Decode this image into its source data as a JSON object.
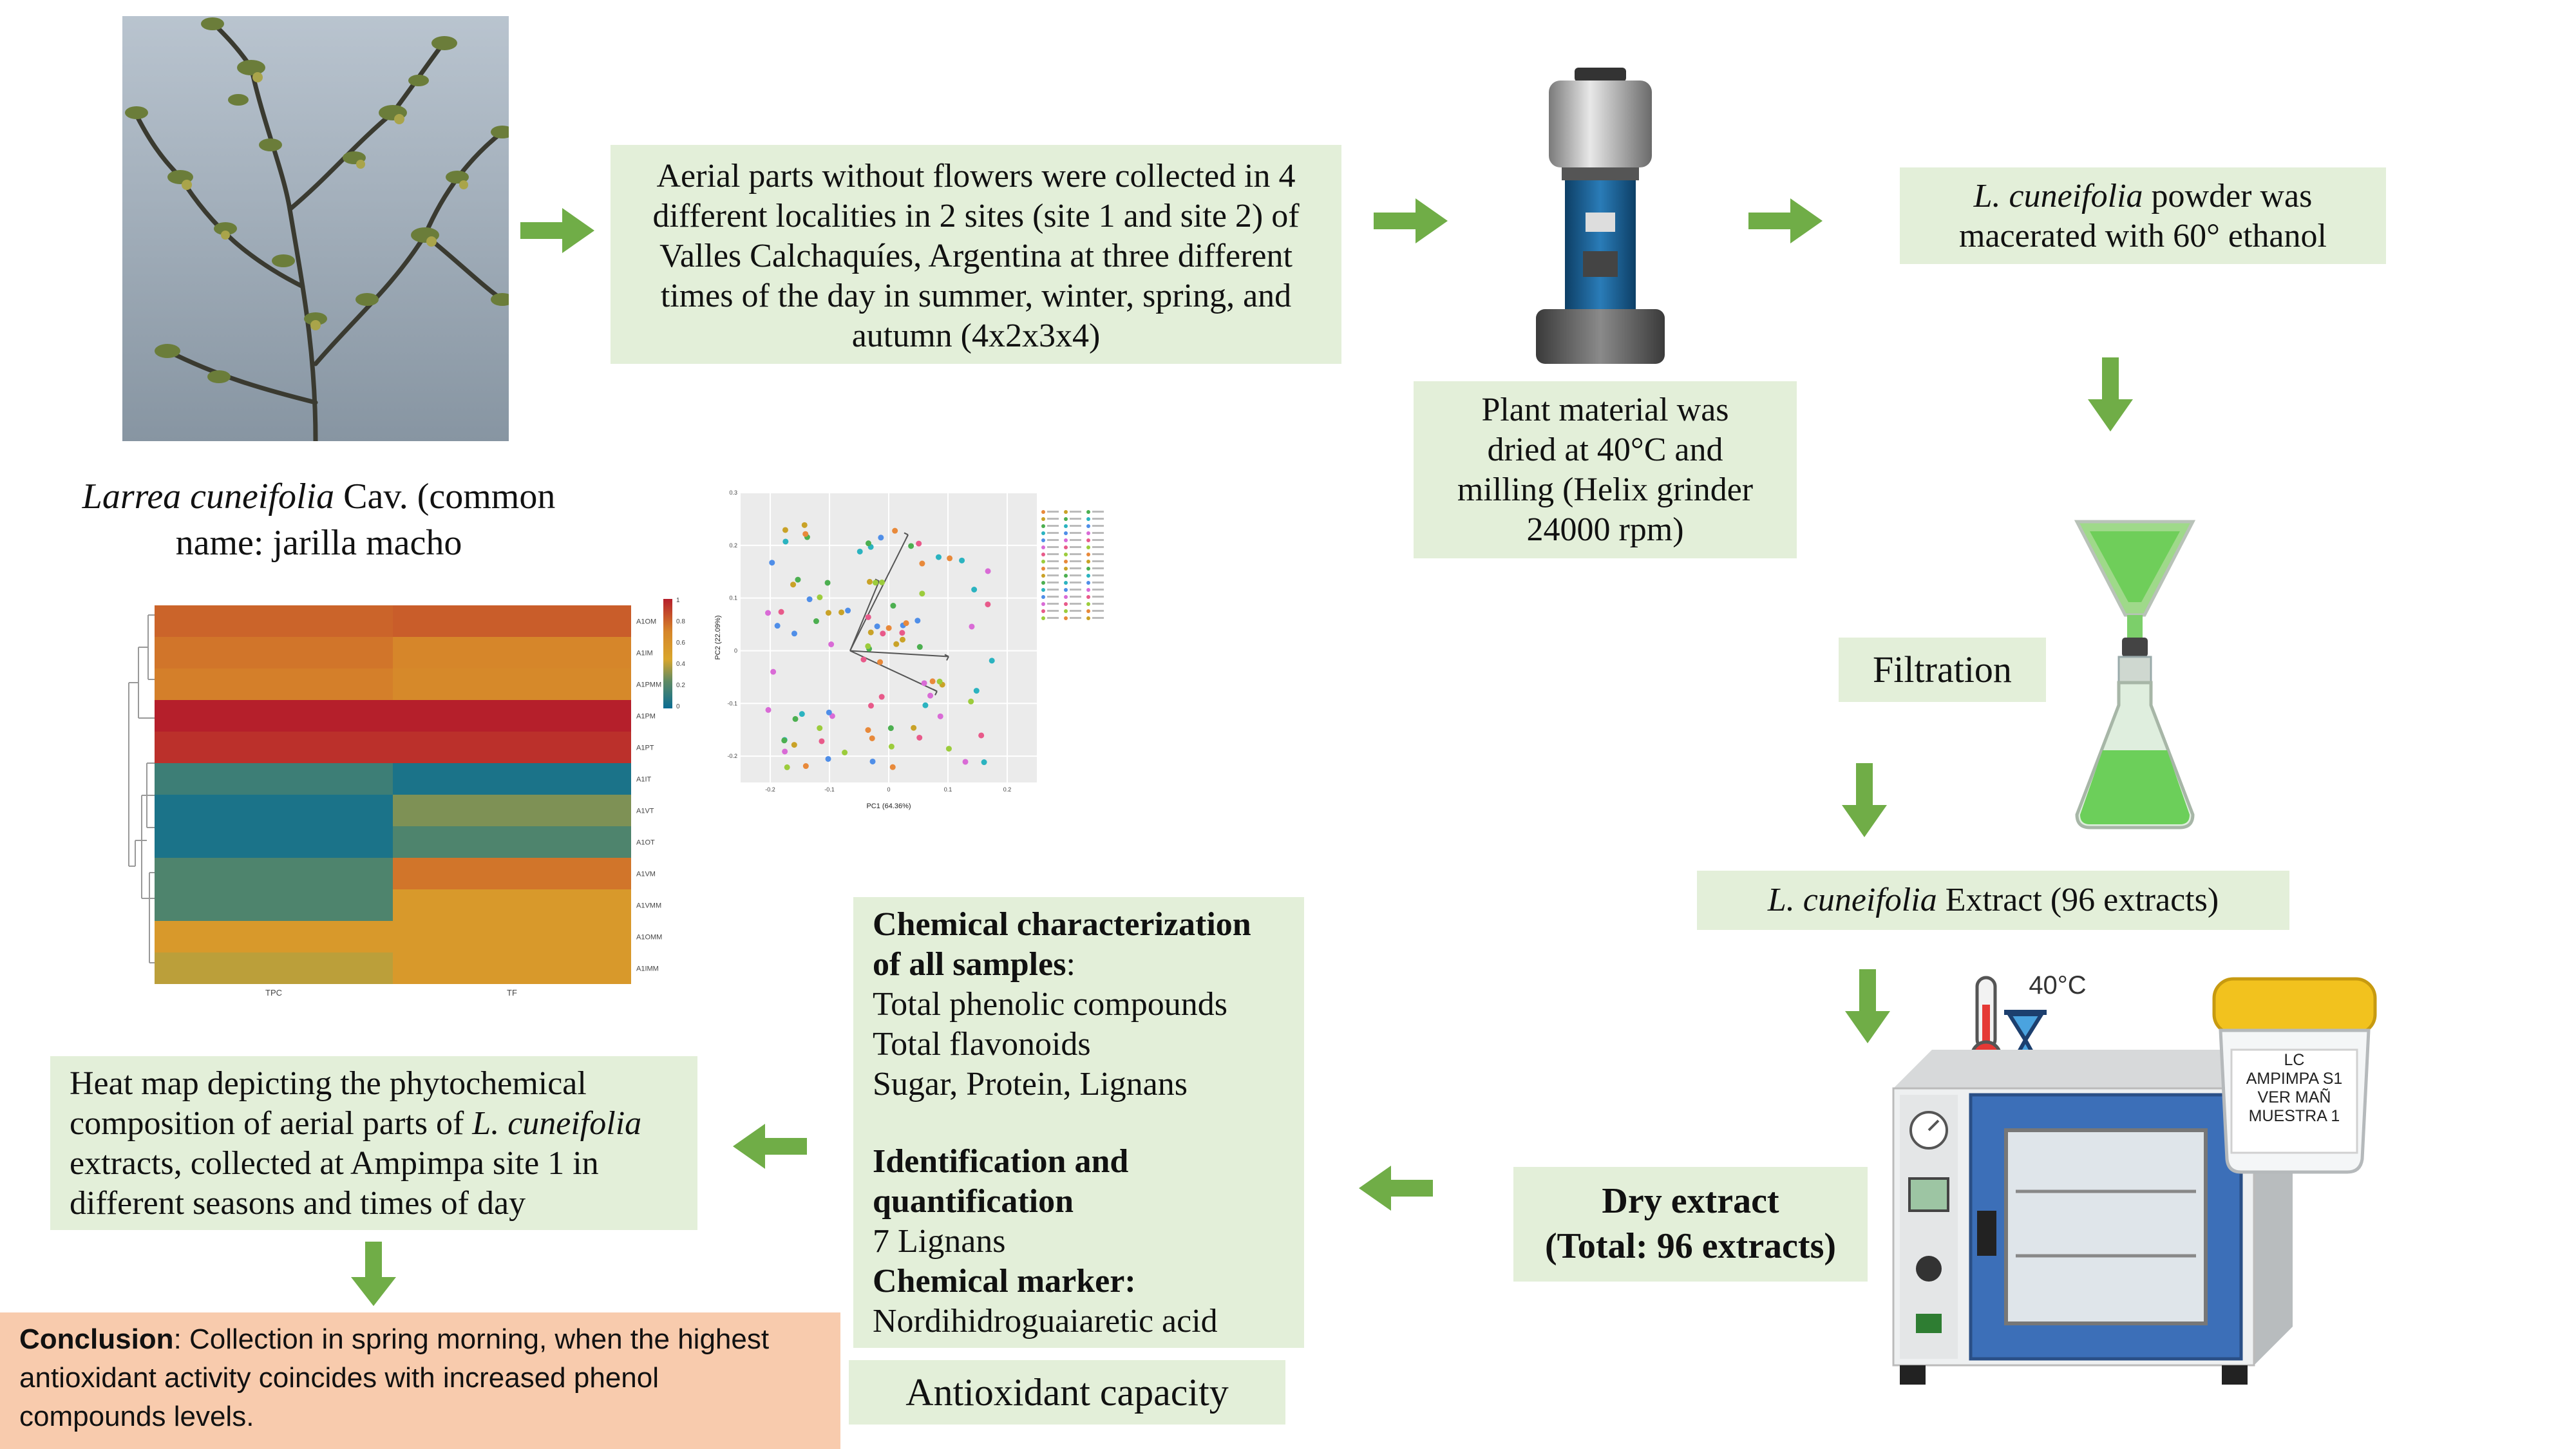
{
  "colors": {
    "box_fill": "#e3efd9",
    "arrow": "#70ad47",
    "conclusion_fill": "#f8cbad"
  },
  "plant": {
    "name_italic": "Larrea cuneifolia",
    "name_rest": " Cav. (common",
    "name_line2": "name: jarilla macho"
  },
  "collection": {
    "lines": [
      "Aerial parts without flowers were collected  in 4",
      "different localities in 2 sites (site 1 and site 2) of",
      "Valles Calchaquíes, Argentina at three different",
      "times of the day in summer, winter, spring, and",
      "autumn (4x2x3x4)"
    ]
  },
  "drying": {
    "lines": [
      "Plant material was",
      "dried at 40°C and",
      "milling (Helix grinder",
      "24000 rpm)"
    ]
  },
  "maceration": {
    "line1_italic": "L. cuneifolia",
    "line1_rest": " powder was",
    "line2": "macerated with 60° ethanol"
  },
  "filtration": {
    "label": "Filtration"
  },
  "extract": {
    "italic": "L. cuneifolia",
    "rest": " Extract (96 extracts)"
  },
  "oven": {
    "temp_label": "40°C",
    "jar_label": [
      "LC",
      "AMPIMPA S1",
      "VER MAÑ",
      "MUESTRA 1"
    ]
  },
  "dry_extract": {
    "line1": "Dry extract",
    "line2": "(Total: 96 extracts)"
  },
  "chemical": {
    "title_line1": "Chemical characterization",
    "title_line2": "of all samples",
    "title_colon": ":",
    "items": [
      "Total phenolic compounds",
      "Total flavonoids",
      "Sugar, Protein, Lignans"
    ],
    "ident_line1": "Identification and",
    "ident_line2": "quantification",
    "lignans": "7 Lignans",
    "marker_title": "Chemical marker:",
    "marker_value": "Nordihidroguaiaretic acid"
  },
  "antioxidant": {
    "label": "Antioxidant capacity"
  },
  "heatmap_caption": {
    "line1": "Heat map depicting the phytochemical",
    "line2_pre": "composition of aerial parts of ",
    "line2_italic": "L. cuneifolia",
    "line3": "extracts, collected at Ampimpa site 1 in",
    "line4": "different seasons and times of day"
  },
  "conclusion": {
    "label": "Conclusion",
    "line1_rest": ": Collection in spring morning, when the highest",
    "line2": "antioxidant activity coincides with increased phenol",
    "line3": "compounds levels."
  },
  "chart_data": [
    {
      "type": "heatmap",
      "columns": [
        "TPC",
        "TF"
      ],
      "rows": [
        "A1OM",
        "A1IM",
        "A1PMM",
        "A1PM",
        "A1PT",
        "A1IT",
        "A1VT",
        "A1OT",
        "A1VM",
        "A1VMM",
        "A1OMM",
        "A1IMM"
      ],
      "values": [
        [
          0.8,
          0.82
        ],
        [
          0.75,
          0.7
        ],
        [
          0.72,
          0.68
        ],
        [
          1.0,
          1.0
        ],
        [
          0.95,
          0.95
        ],
        [
          0.15,
          0.05
        ],
        [
          0.05,
          0.3
        ],
        [
          0.05,
          0.2
        ],
        [
          0.2,
          0.75
        ],
        [
          0.2,
          0.55
        ],
        [
          0.55,
          0.55
        ],
        [
          0.4,
          0.55
        ]
      ],
      "colorbar_ticks": [
        "1",
        "0.8",
        "0.6",
        "0.4",
        "0.2",
        "0"
      ]
    },
    {
      "type": "scatter",
      "xlabel": "PC1 (64.36%)",
      "ylabel": "PC2 (22.09%)",
      "xticks": [
        "-0.2",
        "-0.1",
        "0",
        "0.1",
        "0.2"
      ],
      "yticks": [
        "0.3",
        "0.2",
        "0.1",
        "0",
        "-0.1",
        "-0.2"
      ],
      "xlim": [
        -0.25,
        0.25
      ],
      "ylim": [
        -0.25,
        0.3
      ]
    }
  ]
}
